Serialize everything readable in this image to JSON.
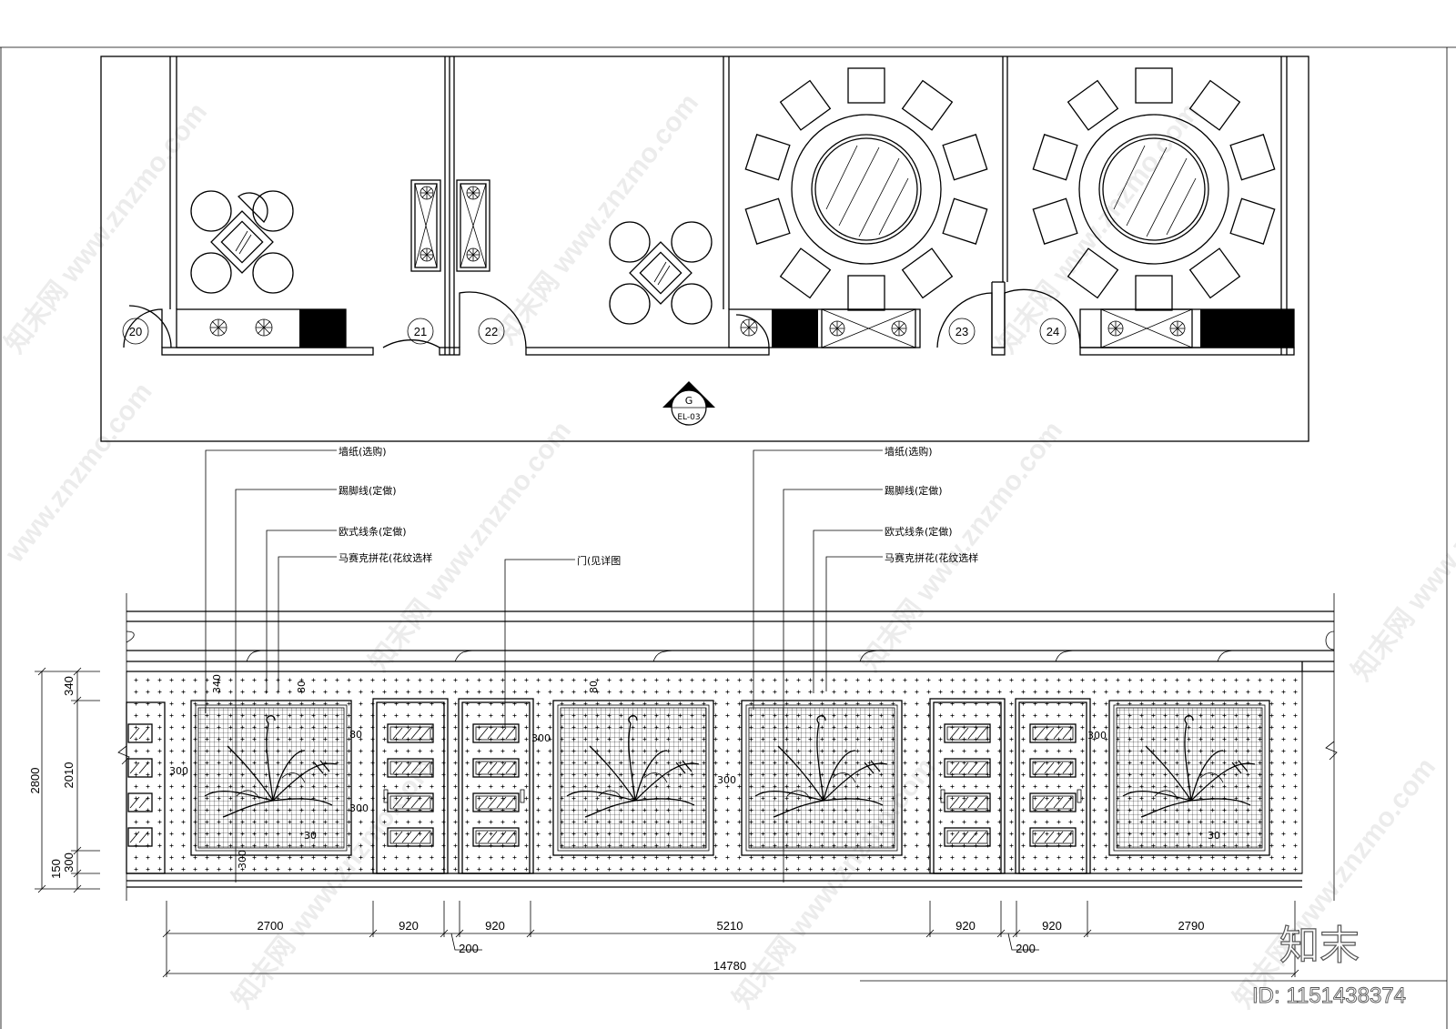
{
  "plan": {
    "room_numbers": [
      "20",
      "21",
      "22",
      "23",
      "24"
    ],
    "section_symbol": {
      "letter": "G",
      "sheet": "EL-03"
    }
  },
  "callouts": {
    "left": [
      "墙纸(选购)",
      "踢脚线(定做)",
      "欧式线条(定做)",
      "马赛克拼花(花纹选样"
    ],
    "right": [
      "墙纸(选购)",
      "踢脚线(定做)",
      "欧式线条(定做)",
      "马赛克拼花(花纹选样"
    ],
    "door": "门(见详图"
  },
  "dimensions": {
    "horizontal": [
      "2700",
      "920",
      "920",
      "5210",
      "920",
      "920",
      "2790"
    ],
    "gap": [
      "200",
      "200"
    ],
    "total": "14780",
    "vertical": [
      "340",
      "2010",
      "300",
      "150"
    ],
    "vertical_total": "2800",
    "panel_marks": [
      "340",
      "80",
      "80",
      "300",
      "300",
      "30",
      "300",
      "80",
      "300",
      "300",
      "300",
      "30"
    ]
  },
  "watermark": {
    "site": "www.znzmo.com",
    "cn": "知末网",
    "brand": "知末",
    "id": "ID: 1151438374"
  }
}
